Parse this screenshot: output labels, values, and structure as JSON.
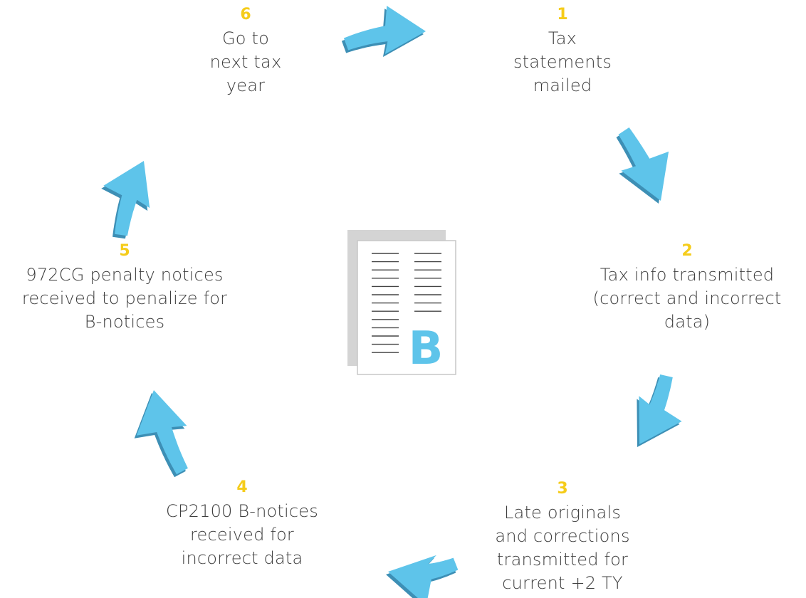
{
  "colors": {
    "number": "#f5cc1a",
    "text": "#3d3d3d",
    "arrow_fill": "#5ec4ea",
    "arrow_shadow": "#3d8fb5",
    "doc_shadow": "#d4d4d4",
    "doc_border": "#c7c7c7",
    "doc_lines": "#444444",
    "doc_letter": "#5ec4ea"
  },
  "center_icon": {
    "name": "b-notice-document-icon",
    "letter": "B"
  },
  "steps": [
    {
      "number": "1",
      "label": "Tax\nstatements\nmailed"
    },
    {
      "number": "2",
      "label": "Tax info transmitted\n(correct and incorrect\ndata)"
    },
    {
      "number": "3",
      "label": "Late originals\nand corrections\ntransmitted for\ncurrent +2 TY"
    },
    {
      "number": "4",
      "label": "CP2100 B-notices\nreceived for\nincorrect data"
    },
    {
      "number": "5",
      "label": "972CG penalty notices\nreceived to penalize for\nB-notices"
    },
    {
      "number": "6",
      "label": "Go to\nnext tax\nyear"
    }
  ]
}
